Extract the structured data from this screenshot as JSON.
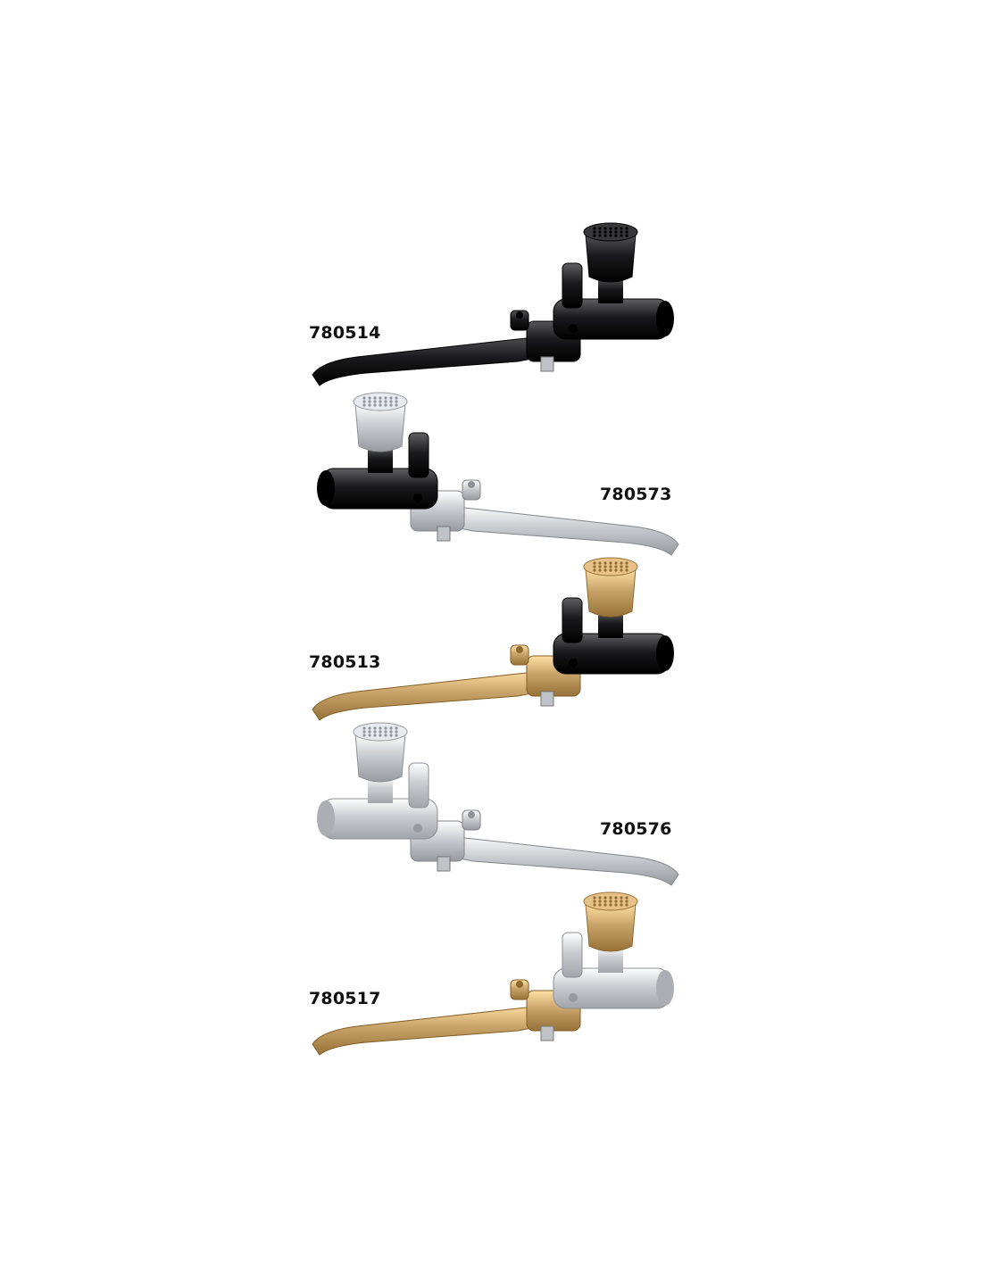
{
  "products": [
    {
      "part_number": "780514",
      "finish": "black",
      "lever_finish": "black",
      "cap_finish": "black",
      "orientation": "left"
    },
    {
      "part_number": "780573",
      "finish": "black",
      "lever_finish": "chrome",
      "cap_finish": "chrome",
      "orientation": "right"
    },
    {
      "part_number": "780513",
      "finish": "black",
      "lever_finish": "brass",
      "cap_finish": "brass",
      "orientation": "left"
    },
    {
      "part_number": "780576",
      "finish": "chrome",
      "lever_finish": "chrome",
      "cap_finish": "chrome",
      "orientation": "right"
    },
    {
      "part_number": "780517",
      "finish": "chrome",
      "lever_finish": "brass",
      "cap_finish": "brass",
      "orientation": "left"
    }
  ],
  "colors": {
    "black": "#1a1a1c",
    "chrome": "#c9ccd0",
    "brass": "#c9a46a",
    "label": "#111111",
    "background": "#ffffff"
  }
}
